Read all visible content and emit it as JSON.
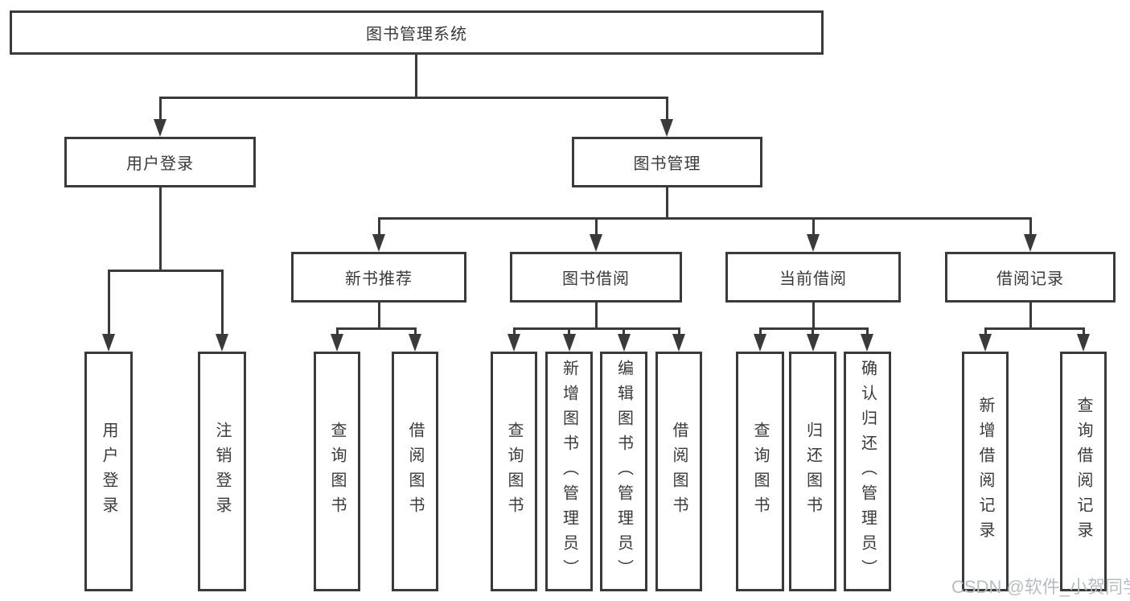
{
  "colors": {
    "ink": "#3a3a3a",
    "background": "#ffffff",
    "watermark": "#b9bdc0"
  },
  "diagram": {
    "root": {
      "label": "图书管理系统"
    },
    "level2": [
      {
        "label": "用户登录"
      },
      {
        "label": "图书管理"
      }
    ],
    "level3": [
      {
        "label": "新书推荐"
      },
      {
        "label": "图书借阅"
      },
      {
        "label": "当前借阅"
      },
      {
        "label": "借阅记录"
      }
    ],
    "leaves": {
      "user_login": [
        "用户登录",
        "注销登录"
      ],
      "new_books": [
        "查询图书",
        "借阅图书"
      ],
      "book_borrow": [
        "查询图书",
        "新增图书（管理员）",
        "编辑图书（管理员）",
        "借阅图书"
      ],
      "current_borrow": [
        "查询图书",
        "归还图书",
        "确认归还（管理员）"
      ],
      "borrow_records": [
        "新增借阅记录",
        "查询借阅记录"
      ]
    }
  },
  "watermark": {
    "text": "CSDN @软件_小贺同学"
  }
}
